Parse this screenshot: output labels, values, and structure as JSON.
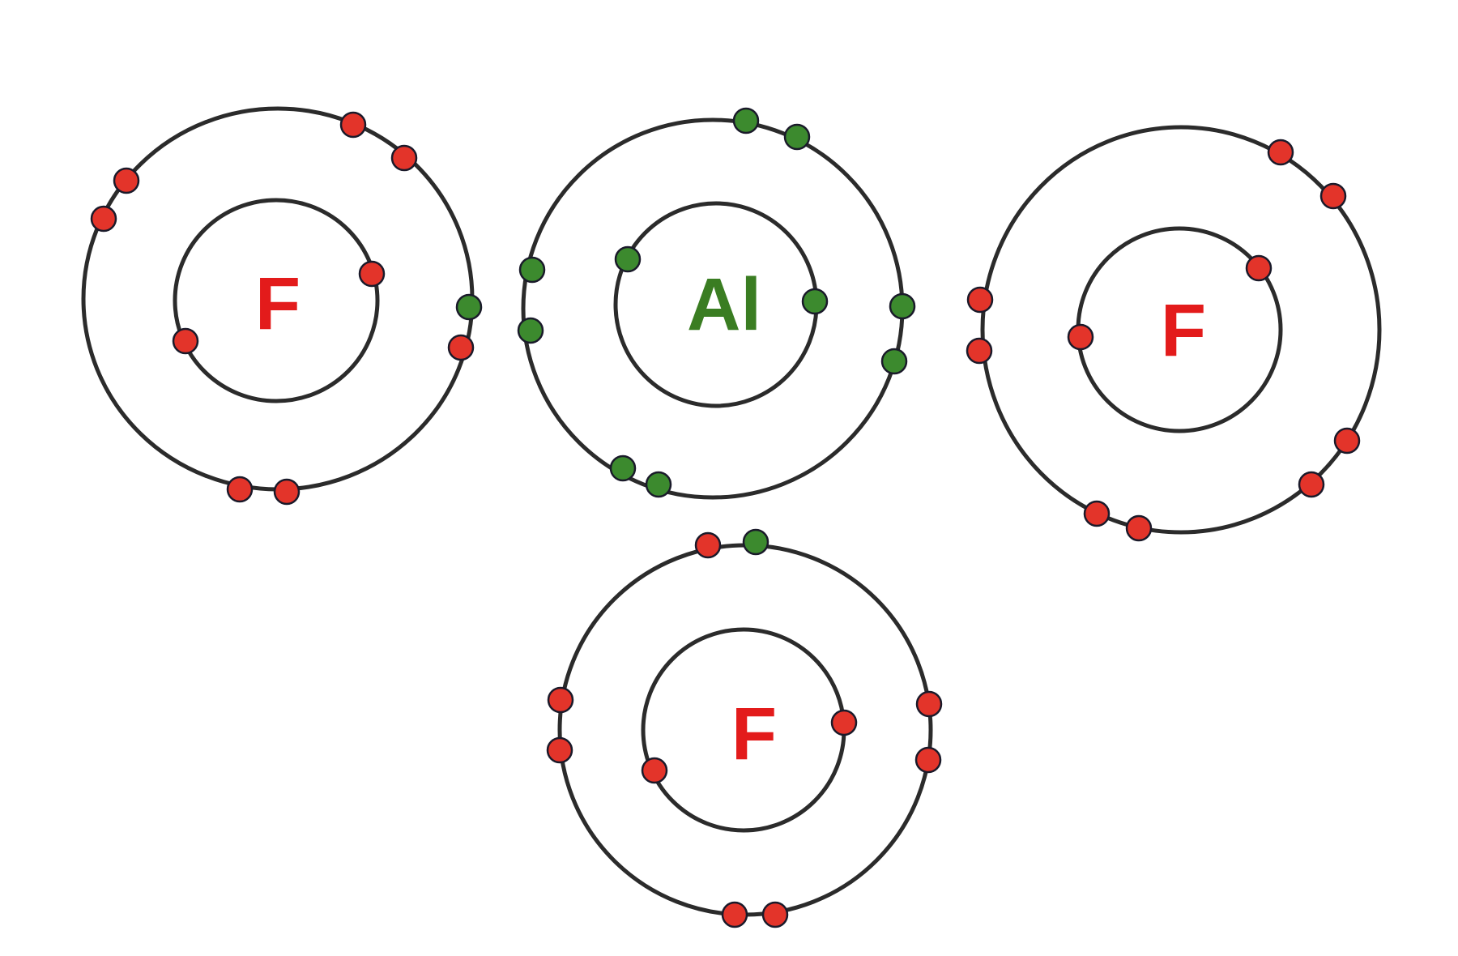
{
  "colors": {
    "fluorine": "#e31b1b",
    "aluminium": "#3a7d22",
    "electron_fluorine": "#e3342a",
    "electron_aluminium": "#3c8a2e",
    "shell": "#2b2b2b",
    "background": "#ffffff"
  },
  "atoms": [
    {
      "id": "fluorine-left",
      "symbol": "F",
      "element": "fluorine",
      "inner_shell": [
        "fluorine",
        "fluorine"
      ],
      "outer_shell": [
        "fluorine",
        "fluorine",
        "fluorine",
        "fluorine",
        "fluorine",
        "fluorine",
        "fluorine",
        "aluminium"
      ]
    },
    {
      "id": "aluminium-center",
      "symbol": "Al",
      "element": "aluminium",
      "inner_shell": [
        "aluminium",
        "aluminium"
      ],
      "outer_shell": [
        "aluminium",
        "aluminium",
        "aluminium",
        "aluminium",
        "aluminium",
        "aluminium",
        "aluminium",
        "aluminium"
      ]
    },
    {
      "id": "fluorine-right",
      "symbol": "F",
      "element": "fluorine",
      "inner_shell": [
        "fluorine",
        "fluorine"
      ],
      "outer_shell": [
        "fluorine",
        "fluorine",
        "fluorine",
        "fluorine",
        "fluorine",
        "fluorine",
        "fluorine",
        "fluorine"
      ]
    },
    {
      "id": "fluorine-bottom",
      "symbol": "F",
      "element": "fluorine",
      "inner_shell": [
        "fluorine",
        "fluorine"
      ],
      "outer_shell": [
        "fluorine",
        "aluminium",
        "fluorine",
        "fluorine",
        "fluorine",
        "fluorine",
        "fluorine",
        "fluorine"
      ]
    }
  ]
}
